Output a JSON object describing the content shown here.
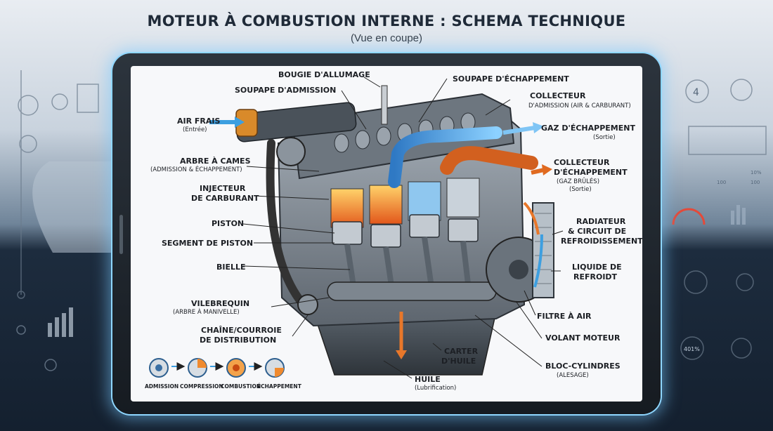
{
  "header": {
    "title": "MOTEUR À COMBUSTION INTERNE : SCHEMA TECHNIQUE",
    "subtitle": "(Vue en coupe)"
  },
  "labels_left": {
    "air_frais": "AIR FRAIS",
    "air_frais_sub": "(Entrée)",
    "arbre_a_cames": "ARBRE À CAMES",
    "arbre_a_cames_sub": "(ADMISSION & ÉCHAPPEMENT)",
    "injecteur_1": "INJECTEUR",
    "injecteur_2": "DE CARBURANT",
    "piston": "PISTON",
    "segment": "SEGMENT DE PISTON",
    "bielle": "BIELLE",
    "vilebrequin": "VILEBREQUIN",
    "vilebrequin_sub": "(ARBRE À MANIVELLE)",
    "chaine_1": "CHAÎNE/COURROIE",
    "chaine_2": "DE DISTRIBUTION"
  },
  "labels_top": {
    "bougie": "BOUGIE D'ALLUMAGE",
    "soupape_admission": "SOUPAPE D'ADMISSION",
    "soupape_echappement": "SOUPAPE D'ÉCHAPPEMENT"
  },
  "labels_right": {
    "collecteur_adm": "COLLECTEUR",
    "collecteur_adm_sub": "D'ADMISSION (AIR & CARBURANT)",
    "gaz_echappement": "GAZ D'ÉCHAPPEMENT",
    "gaz_echappement_sub": "(Sortie)",
    "collecteur_ech_1": "COLLECTEUR",
    "collecteur_ech_2": "D'ÉCHAPPEMENT",
    "collecteur_ech_sub1": "(GAZ BRÛLÉS)",
    "collecteur_ech_sub2": "(Sortie)",
    "radiateur_1": "RADIATEUR",
    "radiateur_2": "& CIRCUIT DE",
    "radiateur_3": "REFROIDISSEMENT",
    "liquide_1": "LIQUIDE DE",
    "liquide_2": "REFROIDT",
    "filtre": "FILTRE À AIR",
    "volant": "VOLANT MOTEUR",
    "bloc": "BLOC-CYLINDRES",
    "bloc_sub": "(ALESAGE)"
  },
  "labels_bottom": {
    "carter_1": "CARTER",
    "carter_2": "D'HUILE",
    "huile": "HUILE",
    "huile_sub": "(Lubrification)"
  },
  "cycle": {
    "steps": [
      "ADMISSION",
      "COMPRESSION",
      "COMBUSTION",
      "ÉCHAPPEMENT"
    ]
  },
  "decor": {
    "gauge_number": "4",
    "pct_1": "10%",
    "pct_2": "100",
    "pct_3": "100",
    "pct_4": "401%"
  },
  "colors": {
    "accent_glow": "#8fd7ff",
    "engine_metal": "#8a939c",
    "combustion": "#f07a22",
    "intake_blue": "#3d8fd6"
  }
}
